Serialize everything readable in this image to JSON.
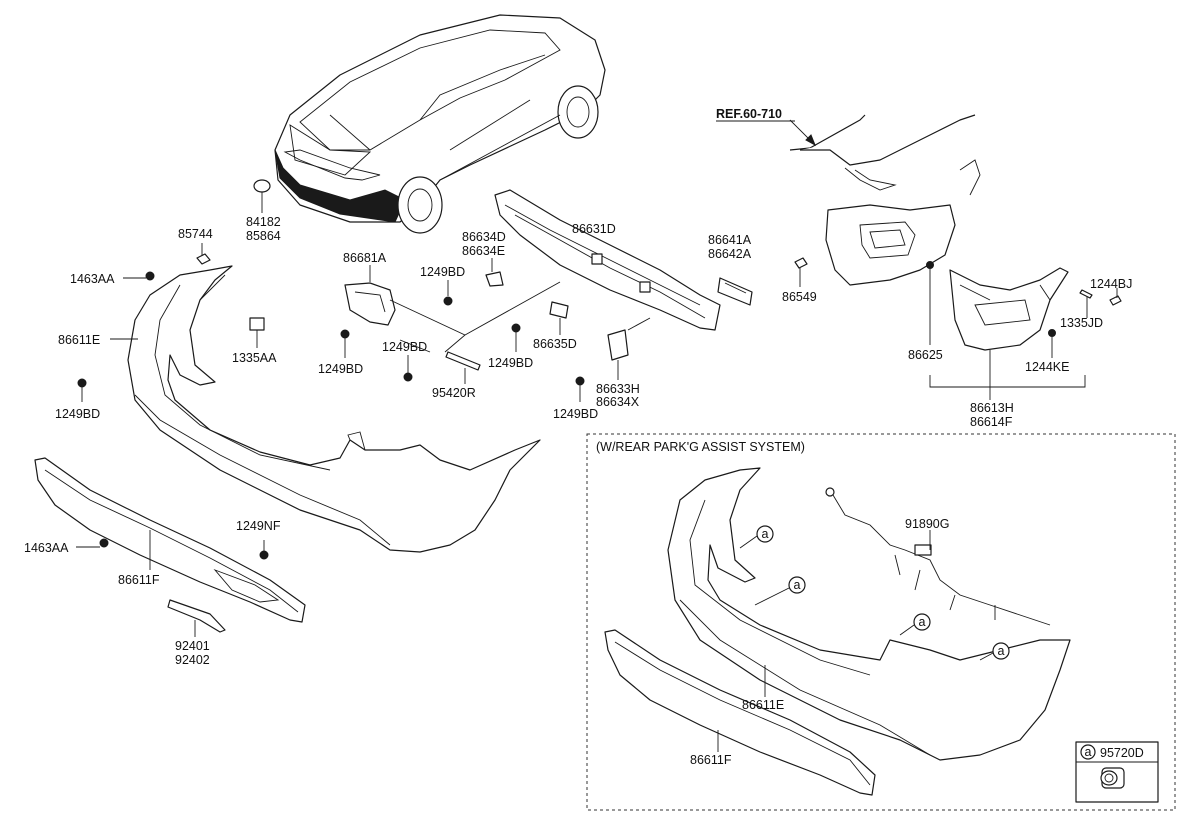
{
  "diagram": {
    "reference": "REF.60-710",
    "inset_title": "(W/REAR PARK'G ASSIST SYSTEM)",
    "legend_symbol": "a",
    "legend_part": "95720D",
    "labels": {
      "p84182": "84182",
      "p85864": "85864",
      "p85744": "85744",
      "p1463AA_top": "1463AA",
      "p86611E_main": "86611E",
      "p1249BD_left": "1249BD",
      "p1335AA": "1335AA",
      "p86681A": "86681A",
      "p1249BD_a": "1249BD",
      "p1249BD_b": "1249BD",
      "p1249BD_c": "1249BD",
      "p1249BD_d": "1249BD",
      "p1249BD_e": "1249BD",
      "p86634D": "86634D",
      "p86634E": "86634E",
      "p86631D": "86631D",
      "p86635D": "86635D",
      "p95420R": "95420R",
      "p86633H": "86633H",
      "p86634X": "86634X",
      "p86641A": "86641A",
      "p86642A": "86642A",
      "p86549": "86549",
      "p86625": "86625",
      "p1244BJ": "1244BJ",
      "p1335JD": "1335JD",
      "p1244KE": "1244KE",
      "p86613H": "86613H",
      "p86614F": "86614F",
      "p1463AA_low": "1463AA",
      "p86611F_main": "86611F",
      "p1249NF": "1249NF",
      "p92401": "92401",
      "p92402": "92402",
      "p91890G": "91890G",
      "p86611E_inset": "86611E",
      "p86611F_inset": "86611F"
    }
  }
}
